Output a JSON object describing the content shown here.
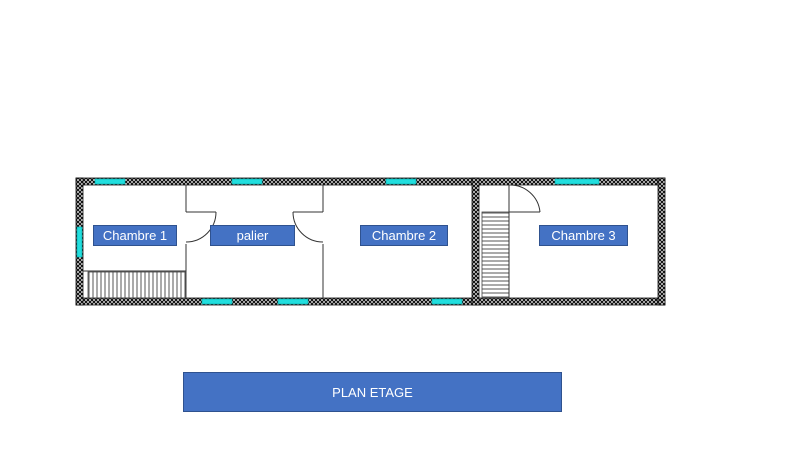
{
  "rooms": {
    "chambre1": "Chambre 1",
    "palier": "palier",
    "chambre2": "Chambre 2",
    "chambre3": "Chambre 3"
  },
  "title": "PLAN ETAGE",
  "colors": {
    "wall": "#222222",
    "window": "#22dede",
    "label_fill": "#4472c4",
    "label_text": "#ffffff"
  }
}
